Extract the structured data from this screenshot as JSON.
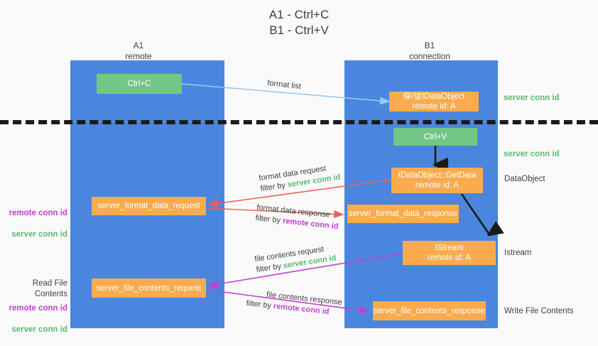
{
  "title": "A1 - Ctrl+C\nB1 - Ctrl+V",
  "colors": {
    "lane": "#4a86dd",
    "green_box": "#72c787",
    "orange_box": "#f9ab4e",
    "server_conn_id": "#5cb874",
    "remote_conn_id": "#c23fd0",
    "format_list_arrow": "#9cc9f0",
    "format_data_arrow": "#e8625a",
    "file_contents_arrow": "#c23fd0",
    "black_arrow": "#1b1b1b",
    "background": "#fafafa"
  },
  "columns": [
    {
      "name": "A1",
      "sub": "remote",
      "label": "A1\nremote"
    },
    {
      "name": "B1",
      "sub": "connection",
      "label": "B1\nconnection"
    }
  ],
  "boxes": {
    "ctrl_c": "Ctrl+C",
    "ctrl_v": "Ctrl+V",
    "idataobject_create": "保/従IDataObject\nremote id: A",
    "idataobject_getdata": "IDataObject::GetData\nremote id: A",
    "istream": "IStream\nremote id: A",
    "server_format_data_request": "server_format_data_request",
    "server_format_data_response": "server_format_data_response",
    "server_file_contents_request": "server_file_contents_request",
    "server_file_contents_response": "server_file_contents_response"
  },
  "edge_labels": {
    "format_list": "format list",
    "format_data_request": "format data request",
    "format_data_request_filter_prefix": "filter by ",
    "format_data_request_filter_key": "server conn id",
    "format_data_response": "format data response",
    "format_data_response_filter_prefix": "filter by ",
    "format_data_response_filter_key": "remote conn id",
    "file_contents_request": "file contents request",
    "file_contents_request_filter_prefix": "filter by ",
    "file_contents_request_filter_key": "server conn id",
    "file_contents_response": "file contents response",
    "file_contents_response_filter_prefix": "filter by ",
    "file_contents_response_filter_key": "remote conn id"
  },
  "right_notes": {
    "server_conn_id_top": "server conn id",
    "server_conn_id_mid": "server conn id",
    "data_object": "DataObject",
    "istream": "Istream",
    "write_file_contents": "Write File Contents"
  },
  "left_notes": {
    "remote_conn_id_1": "remote conn id",
    "server_conn_id_1": "server conn id",
    "read_file_contents": "Read File Contents",
    "remote_conn_id_2": "remote conn id",
    "server_conn_id_2": "server conn id"
  }
}
